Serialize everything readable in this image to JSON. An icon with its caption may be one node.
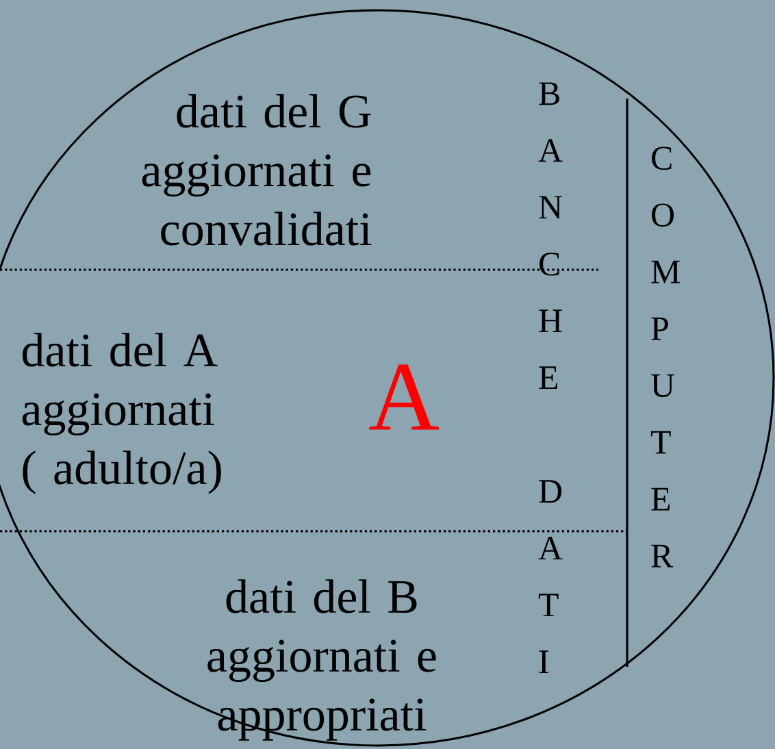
{
  "diagram": {
    "nodes": [
      {
        "text": [
          "dati del G aggiornati e convalidati",
          "dati del A aggiornati ( adulto/a)",
          "A",
          "dati del B aggiornati e appropriati",
          "BANCHE DATI",
          "COMPUTER"
        ]
      }
    ]
  }
}
